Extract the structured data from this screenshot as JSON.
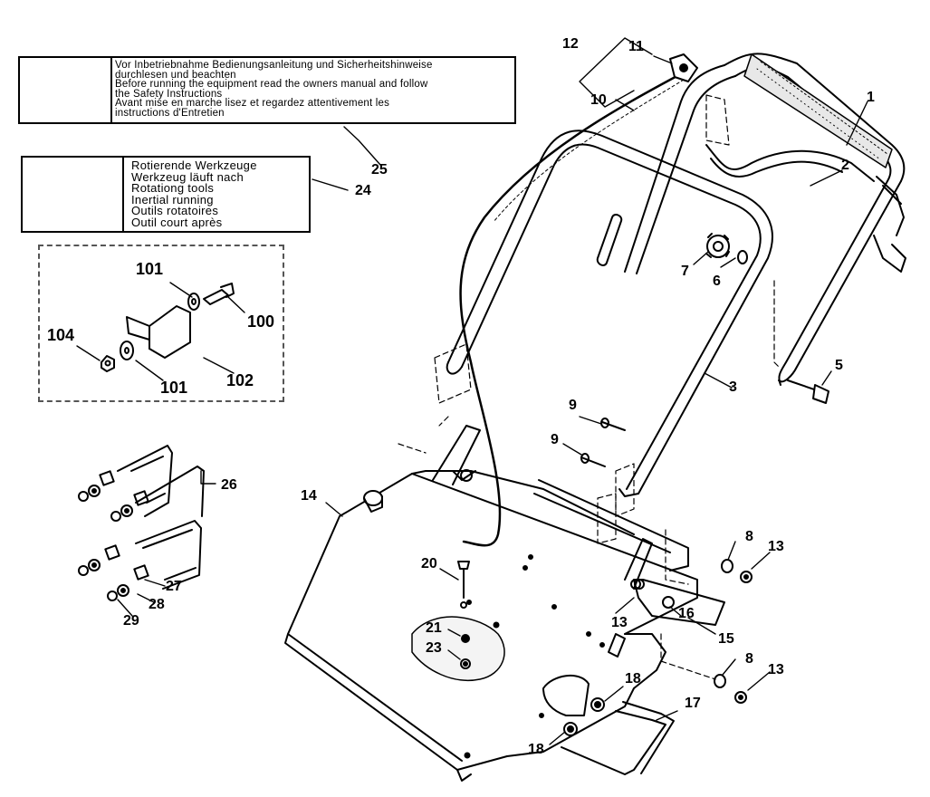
{
  "warning_labels": {
    "label_25": {
      "lines": [
        "Vor Inbetriebnahme Bedienungsanleitung und Sicherheitshinweise",
        "durchlesen und beachten",
        "Before running the equipment read the owners manual and follow",
        "the Safety Instructions",
        "Avant mise en marche lisez et regardez attentivement les",
        "instructions d'Entretien"
      ]
    },
    "label_24": {
      "lines": [
        "Rotierende Werkzeuge",
        "Werkzeug läuft nach",
        "Rotationg tools",
        "Inertial running",
        "Outils rotatoires",
        "Outil court après"
      ]
    }
  },
  "callouts": {
    "c1": "1",
    "c2": "2",
    "c3": "3",
    "c5": "5",
    "c6": "6",
    "c7": "7",
    "c8a": "8",
    "c8b": "8",
    "c9a": "9",
    "c9b": "9",
    "c10": "10",
    "c11": "11",
    "c12": "12",
    "c13a": "13",
    "c13b": "13",
    "c13c": "13",
    "c14": "14",
    "c15": "15",
    "c16": "16",
    "c17": "17",
    "c18a": "18",
    "c18b": "18",
    "c20": "20",
    "c21": "21",
    "c23": "23",
    "c24": "24",
    "c25": "25",
    "c26": "26",
    "c27": "27",
    "c28": "28",
    "c29": "29",
    "c100": "100",
    "c101a": "101",
    "c101b": "101",
    "c102": "102",
    "c104": "104"
  },
  "icons": [
    "warning-triangle-icon"
  ]
}
